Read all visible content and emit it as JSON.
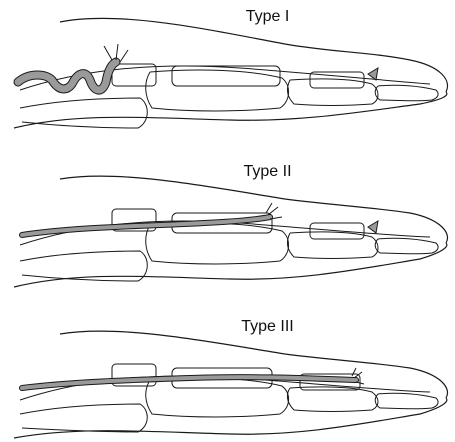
{
  "figure": {
    "panels": [
      {
        "label": "Type I"
      },
      {
        "label": "Type II"
      },
      {
        "label": "Type III"
      }
    ],
    "colors": {
      "line": "#1a1a1a",
      "tendon_fill": "#9a9a9a",
      "background": "#ffffff"
    }
  }
}
